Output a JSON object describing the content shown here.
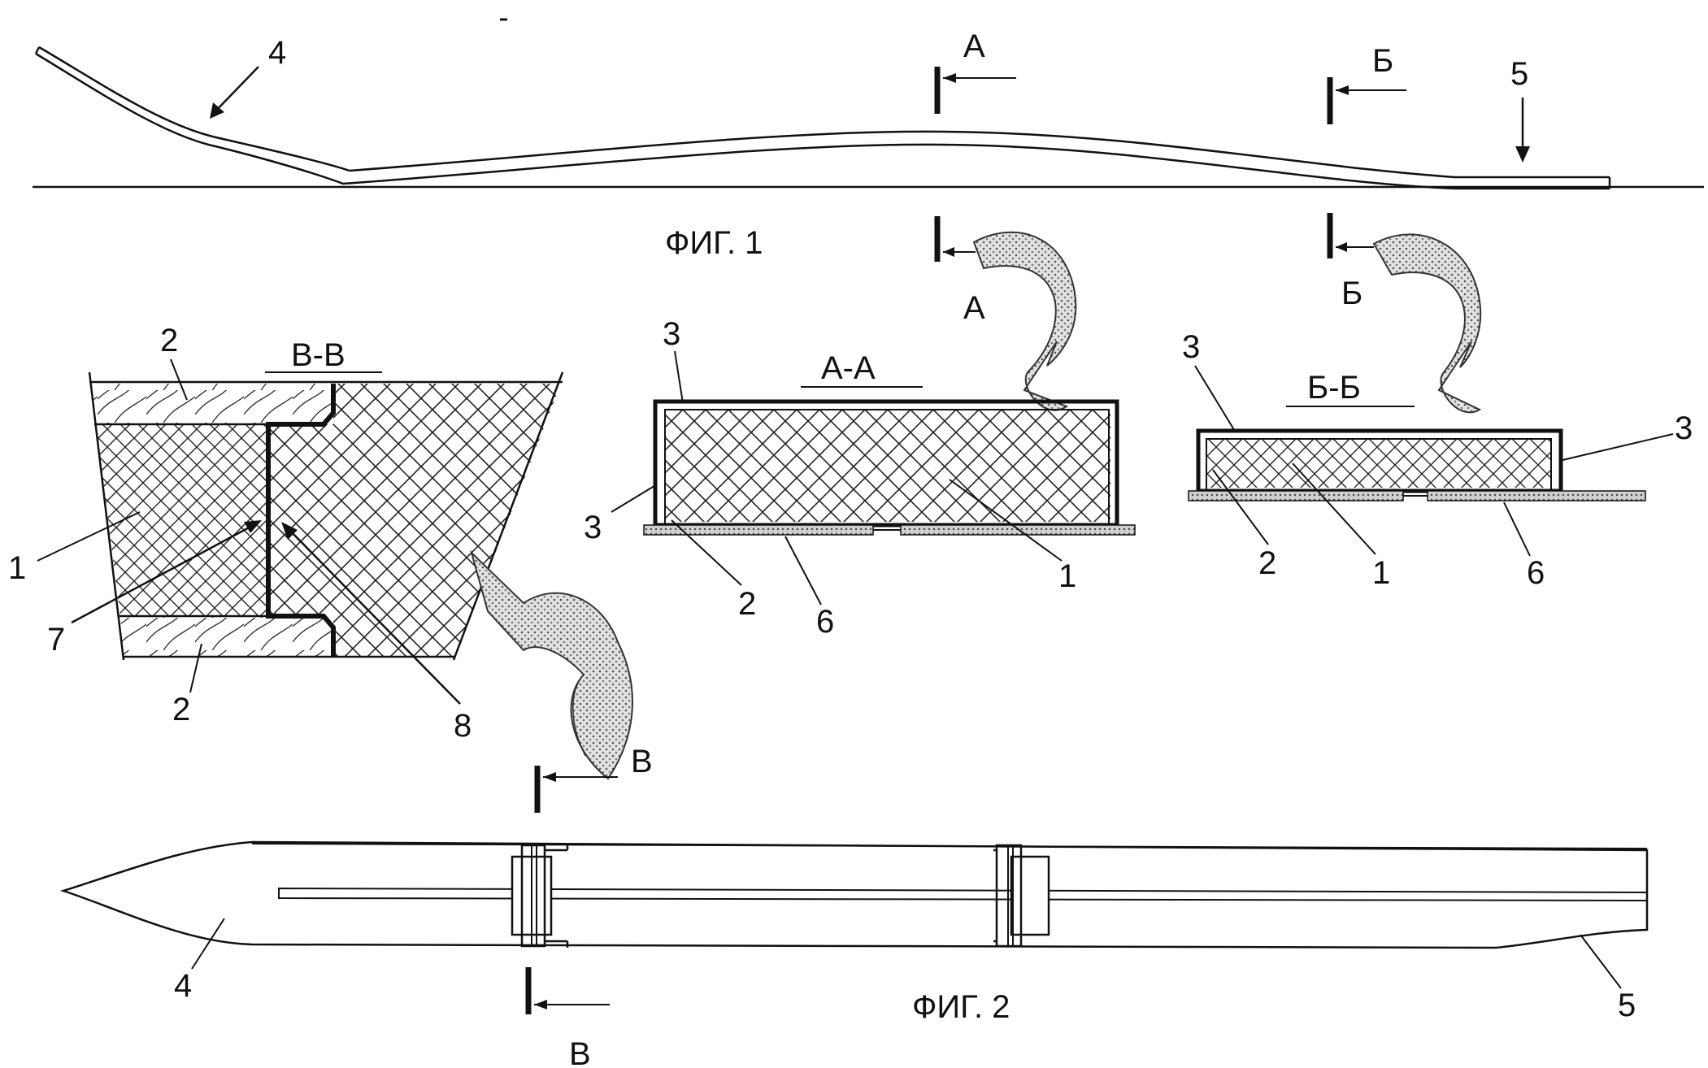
{
  "figures": {
    "fig1_caption": "ФИГ. 1",
    "fig2_caption": "ФИГ. 2"
  },
  "sections": {
    "a_top": "А",
    "a_view": "А",
    "a_title": "А-А",
    "b_top": "Б",
    "b_view": "Б",
    "b_title": "Б-Б",
    "v_top": "В",
    "v_bottom": "В",
    "v_title": "В-В"
  },
  "labels": {
    "fig1_tip": "4",
    "fig1_tail": "5",
    "fig2_tip": "4",
    "fig2_tail": "5",
    "vv_core_left": "1",
    "vv_top_layer": "2",
    "vv_bottom_layer": "2",
    "vv_joint_left": "7",
    "vv_joint_right": "8",
    "aa_top_shell": "3",
    "aa_side_shell": "3",
    "aa_sidewall": "2",
    "aa_base": "6",
    "aa_core": "1",
    "bb_top_shell": "3",
    "bb_side_shell": "3",
    "bb_sidewall": "2",
    "bb_core": "1",
    "bb_base": "6"
  },
  "colors": {
    "ink": "#111111",
    "arrow_fill": "#b9b9b9",
    "base_strip": "#9a9a9a"
  }
}
